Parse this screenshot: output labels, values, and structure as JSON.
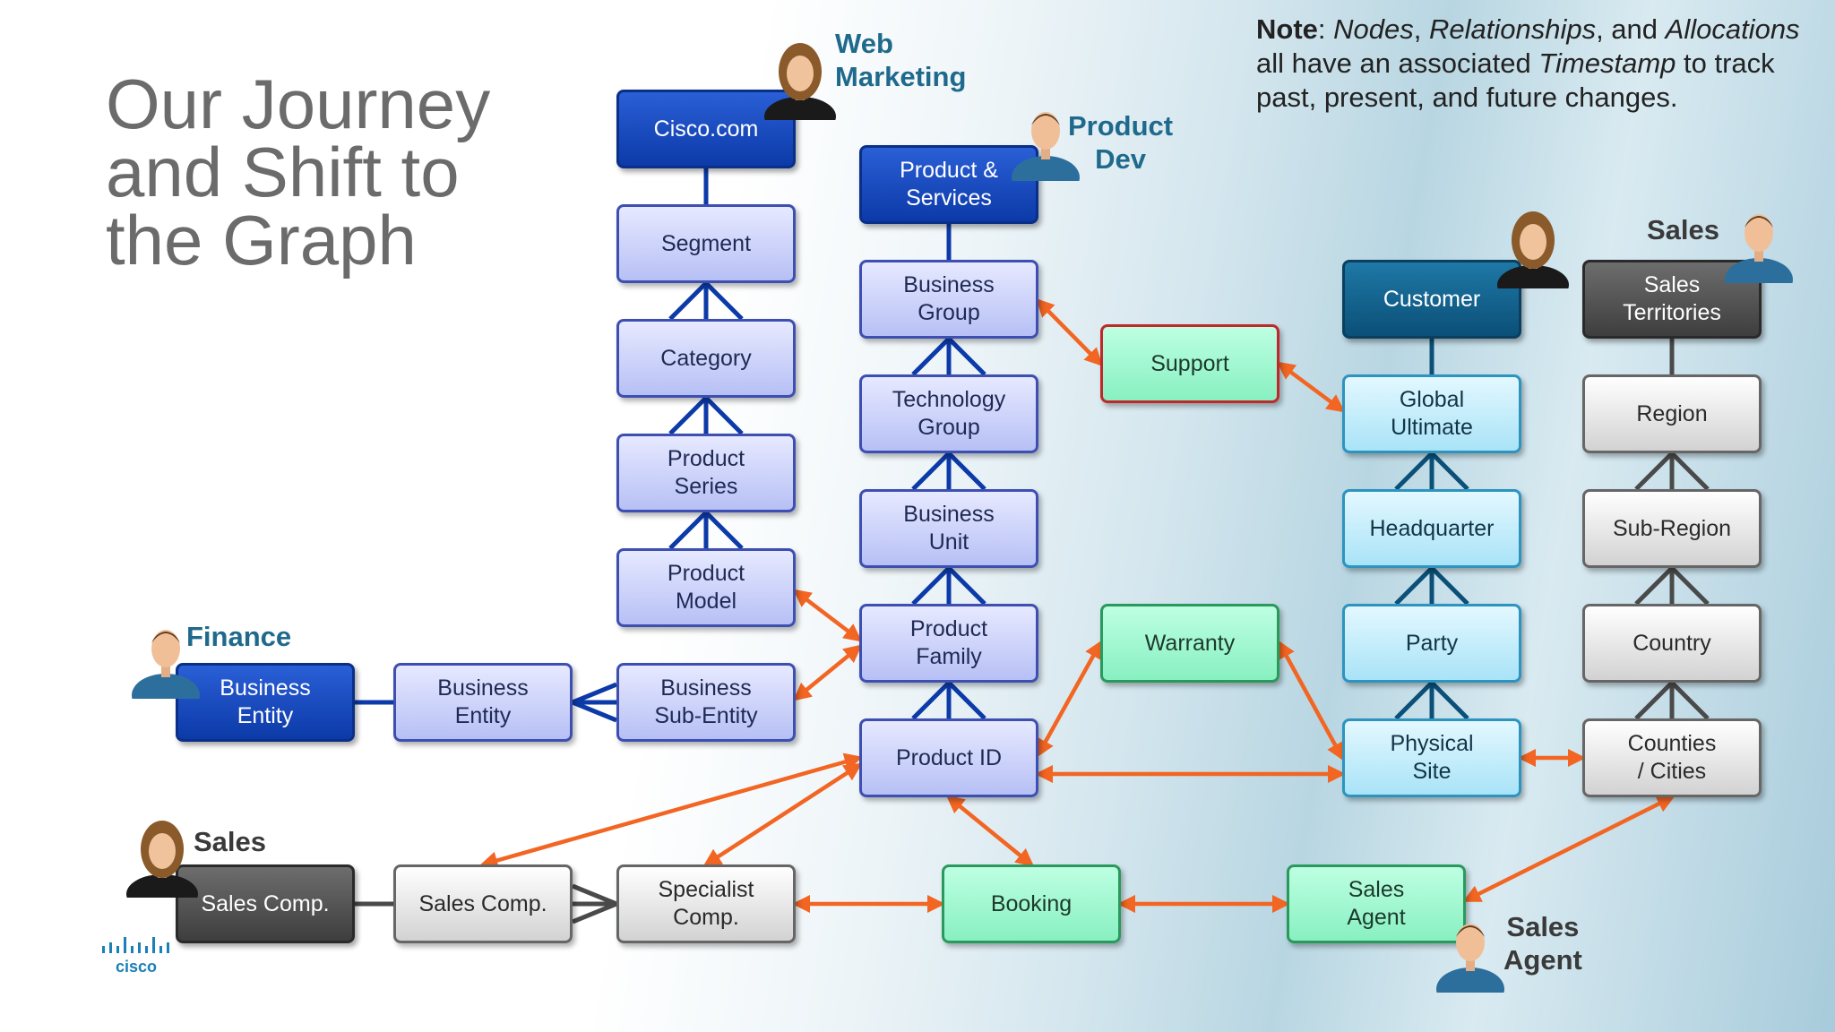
{
  "slide": {
    "title_lines": [
      "Our Journey",
      "and Shift to",
      "the Graph"
    ],
    "note": {
      "lead": "Note",
      "parts": [
        ": ",
        "Nodes",
        ", ",
        "Relationships",
        ", and ",
        "Allocations",
        " all have an associated ",
        "Timestamp",
        " to track past, present, and future changes."
      ]
    }
  },
  "roles": {
    "web_marketing": [
      "Web",
      "Marketing"
    ],
    "product_dev": [
      "Product",
      "Dev"
    ],
    "sales_top": "Sales",
    "finance": "Finance",
    "sales_bottom": "Sales",
    "sales_agent": [
      "Sales",
      "Agent"
    ]
  },
  "nodes": {
    "cisco_com": "Cisco.com",
    "segment": "Segment",
    "category": "Category",
    "product_series": [
      "Product",
      "Series"
    ],
    "product_model": [
      "Product",
      "Model"
    ],
    "business_sub_entity": [
      "Business",
      "Sub-Entity"
    ],
    "business_entity": [
      "Business",
      "Entity"
    ],
    "finance_business_entity": [
      "Business",
      "Entity"
    ],
    "product_services": [
      "Product &",
      "Services"
    ],
    "business_group": [
      "Business",
      "Group"
    ],
    "technology_group": [
      "Technology",
      "Group"
    ],
    "business_unit": [
      "Business",
      "Unit"
    ],
    "product_family": [
      "Product",
      "Family"
    ],
    "product_id": "Product ID",
    "support": "Support",
    "warranty": "Warranty",
    "booking": "Booking",
    "customer": "Customer",
    "global_ultimate": [
      "Global",
      "Ultimate"
    ],
    "headquarter": "Headquarter",
    "party": "Party",
    "physical_site": [
      "Physical",
      "Site"
    ],
    "sales_territories": [
      "Sales",
      "Territories"
    ],
    "region": "Region",
    "sub_region": "Sub-Region",
    "country": "Country",
    "counties_cities": [
      "Counties",
      "/ Cities"
    ],
    "sales_agent_node": [
      "Sales",
      "Agent"
    ],
    "sales_comp_dark": "Sales Comp.",
    "sales_comp": "Sales Comp.",
    "specialist_comp": [
      "Specialist",
      "Comp."
    ]
  },
  "logo": {
    "word": "cisco"
  },
  "colors": {
    "arrow": "#f26522",
    "hierarchy_blue": "#0c3aa8",
    "hierarchy_teal": "#0b5078",
    "hierarchy_grey": "#4a4a4a"
  }
}
